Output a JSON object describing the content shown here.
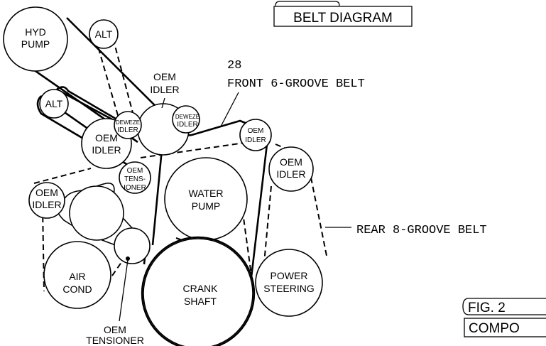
{
  "header": {
    "title": "BELT DIAGRAM"
  },
  "callouts": {
    "front_number": "28",
    "front_belt": "FRONT 6-GROOVE BELT",
    "rear_belt": "REAR 8-GROOVE BELT"
  },
  "footer": {
    "fig": "FIG. 2",
    "compo": "COMPO"
  },
  "components": {
    "hyd_pump": [
      "HYD",
      "PUMP"
    ],
    "alt_top": "ALT",
    "alt_left": "ALT",
    "oem_idler_top": [
      "OEM",
      "IDLER"
    ],
    "deweze_idler_left": [
      "DEWEZE",
      "IDLER"
    ],
    "deweze_idler_right": [
      "DEWEZE",
      "IDLER"
    ],
    "oem_idler_left": [
      "OEM",
      "IDLER"
    ],
    "oem_idler_right_small": [
      "OEM",
      "IDLER"
    ],
    "oem_idler_right": [
      "OEM",
      "IDLER"
    ],
    "oem_tensioner_small": [
      "OEM",
      "TENS-",
      "IONER"
    ],
    "oem_idler_far_left": [
      "OEM",
      "IDLER"
    ],
    "water_pump": [
      "WATER",
      "PUMP"
    ],
    "air_cond": [
      "AIR",
      "COND"
    ],
    "crank_shaft": [
      "CRANK",
      "SHAFT"
    ],
    "power_steering": [
      "POWER",
      "STEERING"
    ],
    "oem_tensioner_bottom": [
      "OEM",
      "TENSIONER"
    ]
  }
}
